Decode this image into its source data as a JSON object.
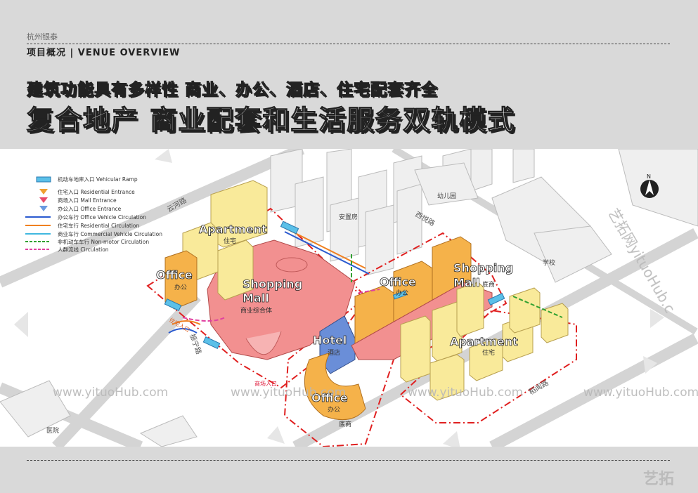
{
  "header": {
    "brand": "杭州银泰",
    "section": "项目概况 | VENUE OVERVIEW",
    "headline1": "建筑功能具有多样性    商业、办公、酒店、住宅配套齐全",
    "headline2": "复合地产 商业配套和生活服务双轨模式"
  },
  "legend": [
    {
      "label": "机动车地库入口 Vehicular Ramp",
      "color": "#5bc0e8",
      "kind": "ramp"
    },
    {
      "label": "住宅入口 Residential Entrance",
      "color": "#f0a030",
      "kind": "tri"
    },
    {
      "label": "商场入口 Mall Entrance",
      "color": "#e84a6a",
      "kind": "tri"
    },
    {
      "label": "办公入口 Office Entrance",
      "color": "#6a9ae0",
      "kind": "tri"
    },
    {
      "label": "办公车行 Office Vehicle Circulation",
      "color": "#2a5ad0",
      "kind": "arrow"
    },
    {
      "label": "住宅车行 Residential Circulation",
      "color": "#f08020",
      "kind": "arrow"
    },
    {
      "label": "商业车行 Commercial Vehicle Circulation",
      "color": "#40b8e0",
      "kind": "arrow"
    },
    {
      "label": "非机动车车行 Non-motor Circulation",
      "color": "#30a030",
      "kind": "dash"
    },
    {
      "label": "人群流线 Circulation",
      "color": "#e040a0",
      "kind": "dash"
    }
  ],
  "map_labels": {
    "apartment_left": "Apartment",
    "apartment_left_cn": "住宅",
    "office_left": "Office",
    "office_left_cn": "办公",
    "shopping_mall": "Shopping",
    "shopping_mall2": "Mall",
    "mall_cn": "商业综合体",
    "hotel": "Hotel",
    "hotel_cn": "酒店",
    "office_center": "Office",
    "office_center_cn": "办公",
    "office_bottom": "Office",
    "office_bottom_cn": "办公",
    "bottom_retail_cn": "底商",
    "shopping_right": "Shopping",
    "shopping_right2": "Mall",
    "right_retail_cn": "底商",
    "apartment_right": "Apartment",
    "apartment_right_cn": "住宅",
    "kindergarten": "幼儿园",
    "resettlement": "安置房",
    "school": "学校",
    "hospital": "医院",
    "road_yunhe": "云河路",
    "road_xiyue": "西悦路",
    "road_left_vert": "振宁路",
    "road_bottom": "稻闻路",
    "res_entrance_tag": "住宅入口",
    "mall_entrance_tag": "商场入口",
    "north": "N"
  },
  "watermarks": [
    "www.yituoHub.com",
    "www.yituoHub.com",
    "www.yituoHub.com",
    "www.yituoHub.com"
  ],
  "watermark_vertical": "艺拓网yituoHub.c",
  "corner_logo": "艺拓",
  "colors": {
    "apartment": "#f9ea9a",
    "office": "#f5b24a",
    "mall": "#f08a8a",
    "hotel": "#6a8ed8",
    "grey_building": "#ececec",
    "red_dash": "#e02020"
  }
}
